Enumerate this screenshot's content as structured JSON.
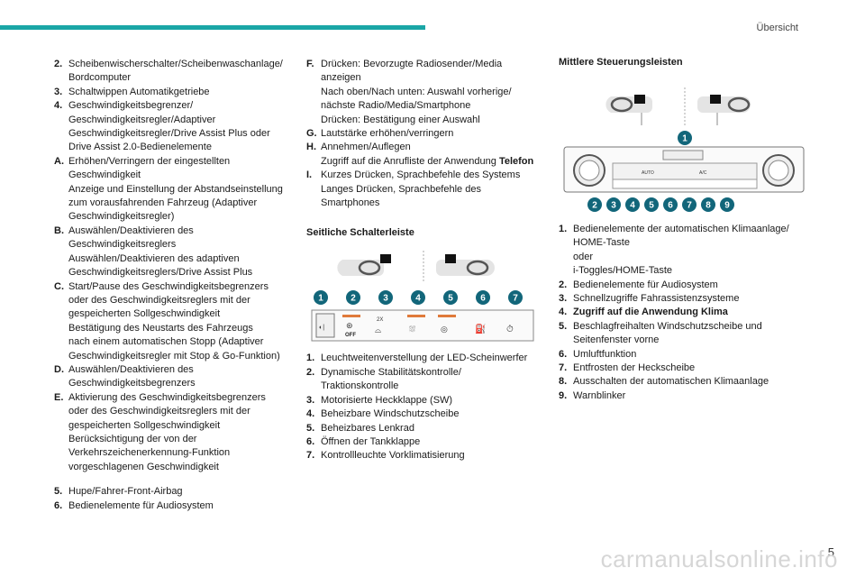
{
  "header": {
    "section": "Übersicht",
    "page_number": "5"
  },
  "col1": {
    "items_a": [
      {
        "k": "2.",
        "t": "Scheibenwischerschalter/Scheibenwaschanlage/\nBordcomputer"
      },
      {
        "k": "3.",
        "t": "Schaltwippen Automatikgetriebe"
      },
      {
        "k": "4.",
        "t": "Geschwindigkeitsbegrenzer/\nGeschwindigkeitsregler/Adaptiver\nGeschwindigkeitsregler/Drive Assist Plus oder\nDrive Assist 2.0-Bedienelemente"
      },
      {
        "k": "A.",
        "t": "Erhöhen/Verringern der eingestellten\nGeschwindigkeit\nAnzeige und Einstellung der Abstandseinstellung\nzum vorausfahrenden Fahrzeug (Adaptiver\nGeschwindigkeitsregler)"
      },
      {
        "k": "B.",
        "t": "Auswählen/Deaktivieren des\nGeschwindigkeitsreglers\nAuswählen/Deaktivieren des adaptiven\nGeschwindigkeitsreglers/Drive Assist Plus"
      },
      {
        "k": "C.",
        "t": "Start/Pause des Geschwindigkeitsbegrenzers\noder des Geschwindigkeitsreglers mit der\ngespeicherten Sollgeschwindigkeit\nBestätigung des Neustarts des Fahrzeugs\nnach einem automatischen Stopp (Adaptiver\nGeschwindigkeitsregler mit Stop & Go-Funktion)"
      },
      {
        "k": "D.",
        "t": "Auswählen/Deaktivieren des\nGeschwindigkeitsbegrenzers"
      },
      {
        "k": "E.",
        "t": "Aktivierung des Geschwindigkeitsbegrenzers\noder des Geschwindigkeitsreglers mit der\ngespeicherten Sollgeschwindigkeit\nBerücksichtigung der von der\nVerkehrszeichenerkennung-Funktion\nvorgeschlagenen Geschwindigkeit"
      }
    ],
    "items_b": [
      {
        "k": "5.",
        "t": "Hupe/Fahrer-Front-Airbag"
      },
      {
        "k": "6.",
        "t": "Bedienelemente für Audiosystem"
      }
    ]
  },
  "col2": {
    "items_a": [
      {
        "k": "F.",
        "t": "Drücken: Bevorzugte Radiosender/Media\nanzeigen\nNach oben/Nach unten: Auswahl vorherige/\nnächste Radio/Media/Smartphone\nDrücken: Bestätigung einer Auswahl"
      },
      {
        "k": "G.",
        "t": "Lautstärke erhöhen/verringern"
      },
      {
        "k": "H.",
        "t": "Annehmen/Auflegen\nZugriff auf die Anrufliste der Anwendung ",
        "bold_tail": "Telefon"
      },
      {
        "k": "I.",
        "t": "Kurzes Drücken, Sprachbefehle des Systems\nLanges Drücken, Sprachbefehle des\nSmartphones"
      }
    ],
    "section_title": "Seitliche Schalterleiste",
    "figure_badges": [
      "1",
      "2",
      "3",
      "4",
      "5",
      "6",
      "7"
    ],
    "figure_labels": {
      "off": "OFF",
      "twox": "2X"
    },
    "items_b": [
      {
        "k": "1.",
        "t": "Leuchtweitenverstellung der LED-Scheinwerfer"
      },
      {
        "k": "2.",
        "t": "Dynamische Stabilitätskontrolle/\nTraktionskontrolle"
      },
      {
        "k": "3.",
        "t": "Motorisierte Heckklappe (SW)"
      },
      {
        "k": "4.",
        "t": "Beheizbare Windschutzscheibe"
      },
      {
        "k": "5.",
        "t": "Beheizbares Lenkrad"
      },
      {
        "k": "6.",
        "t": "Öffnen der Tankklappe"
      },
      {
        "k": "7.",
        "t": "Kontrollleuchte Vorklimatisierung"
      }
    ]
  },
  "col3": {
    "section_title": "Mittlere Steuerungsleisten",
    "figure_badges": [
      "1",
      "2",
      "3",
      "4",
      "5",
      "6",
      "7",
      "8",
      "9"
    ],
    "figure_labels": {
      "auto": "AUTO",
      "ac": "A/C"
    },
    "items": [
      {
        "k": "1.",
        "t": "Bedienelemente der automatischen Klimaanlage/\nHOME-Taste\noder\ni-Toggles/HOME-Taste"
      },
      {
        "k": "2.",
        "t": "Bedienelemente für Audiosystem"
      },
      {
        "k": "3.",
        "t": "Schnellzugriffe Fahrassistenzsysteme"
      },
      {
        "k": "4.",
        "t": "Zugriff auf die Anwendung Klima",
        "bold": true
      },
      {
        "k": "5.",
        "t": "Beschlagfreihalten Windschutzscheibe und\nSeitenfenster vorne"
      },
      {
        "k": "6.",
        "t": "Umluftfunktion"
      },
      {
        "k": "7.",
        "t": "Entfrosten der Heckscheibe"
      },
      {
        "k": "8.",
        "t": "Ausschalten der automatischen Klimaanlage"
      },
      {
        "k": "9.",
        "t": "Warnblinker"
      }
    ]
  },
  "colors": {
    "accent": "#1aa6a6",
    "badge": "#12667a"
  },
  "footer": {
    "watermark": "carmanualsonline.info"
  }
}
